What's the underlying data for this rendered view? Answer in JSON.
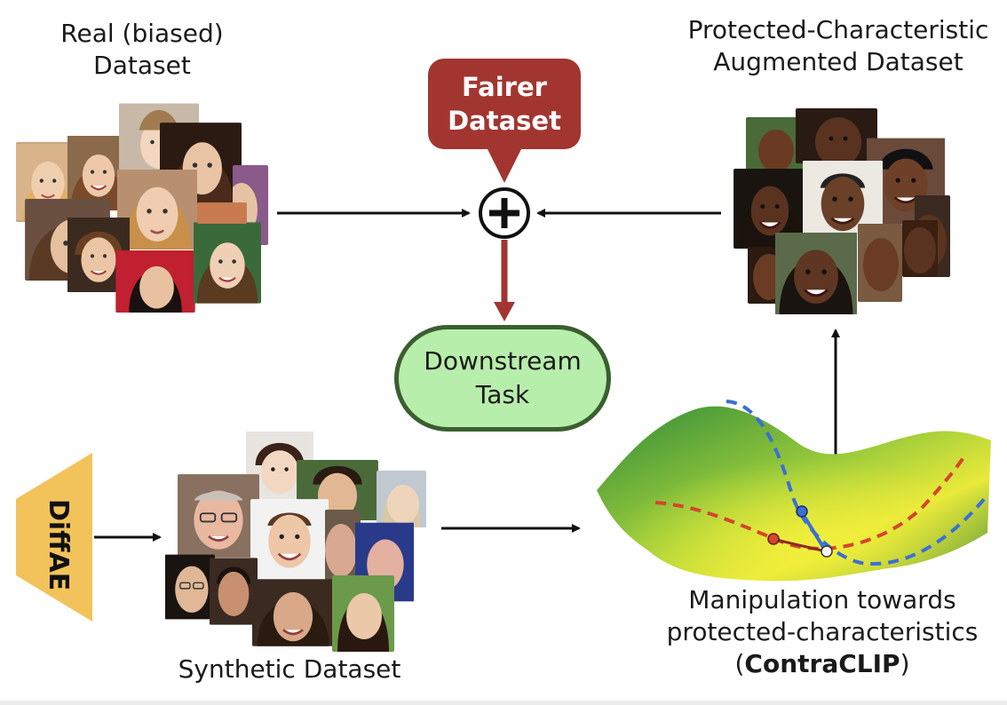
{
  "labels": {
    "real_dataset": [
      "Real (biased)",
      "Dataset"
    ],
    "augmented_dataset": [
      "Protected-Characteristic",
      "Augmented Dataset"
    ],
    "fairer_dataset": [
      "Fairer",
      "Dataset"
    ],
    "downstream_task": [
      "Downstream",
      "Task"
    ],
    "diffae": "DiffAE",
    "synthetic_dataset": "Synthetic Dataset",
    "manipulation": [
      "Manipulation towards",
      "protected-characteristics"
    ],
    "contraclip_open": "(",
    "contraclip": "ContraCLIP",
    "contraclip_close": ")"
  },
  "colors": {
    "callout_red": "#a23530",
    "task_green_fill": "#b7eeab",
    "task_green_border": "#3a5f2f",
    "diffae_yellow": "#f2c35a",
    "path_blue": "#3a6fd6",
    "path_red": "#d4452e"
  },
  "icons": {
    "combine": "circled-plus-icon"
  }
}
